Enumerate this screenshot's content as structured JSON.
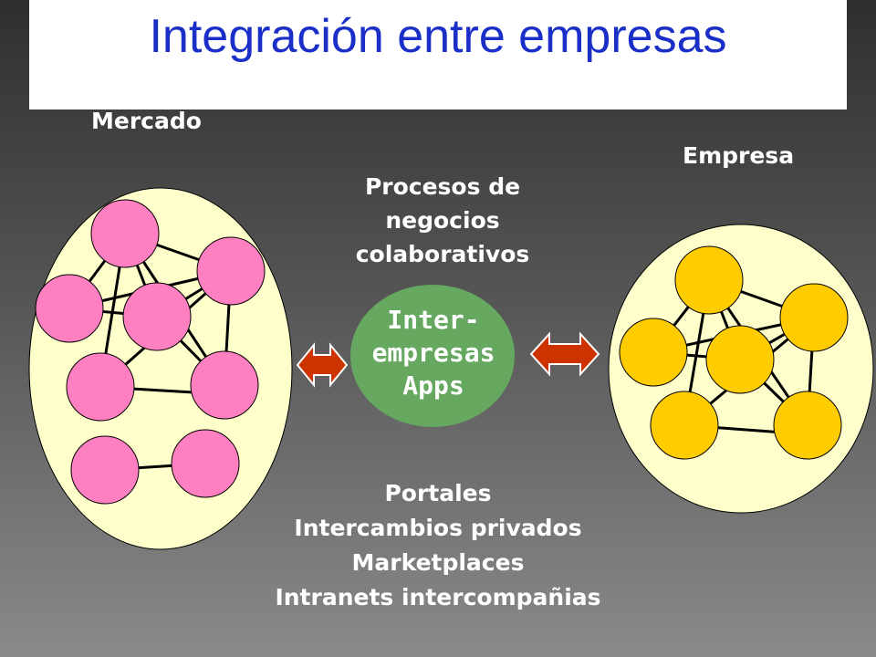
{
  "title": "Integración entre empresas",
  "labels": {
    "mercado": "Mercado",
    "empresa": "Empresa",
    "procesos": [
      "Procesos de",
      "negocios",
      "colaborativos"
    ],
    "center": [
      "Inter-",
      "empresas",
      "Apps"
    ],
    "bottom": [
      "Portales",
      "Intercambios privados",
      "Marketplaces",
      "Intranets intercompañias"
    ]
  },
  "colors": {
    "title": "#1a2ec8",
    "ellipse_fill": "#ffffcc",
    "mercado_node": "#ff80c0",
    "empresa_node": "#ffcc00",
    "center_node": "#66a860",
    "arrow": "#cc3300"
  }
}
